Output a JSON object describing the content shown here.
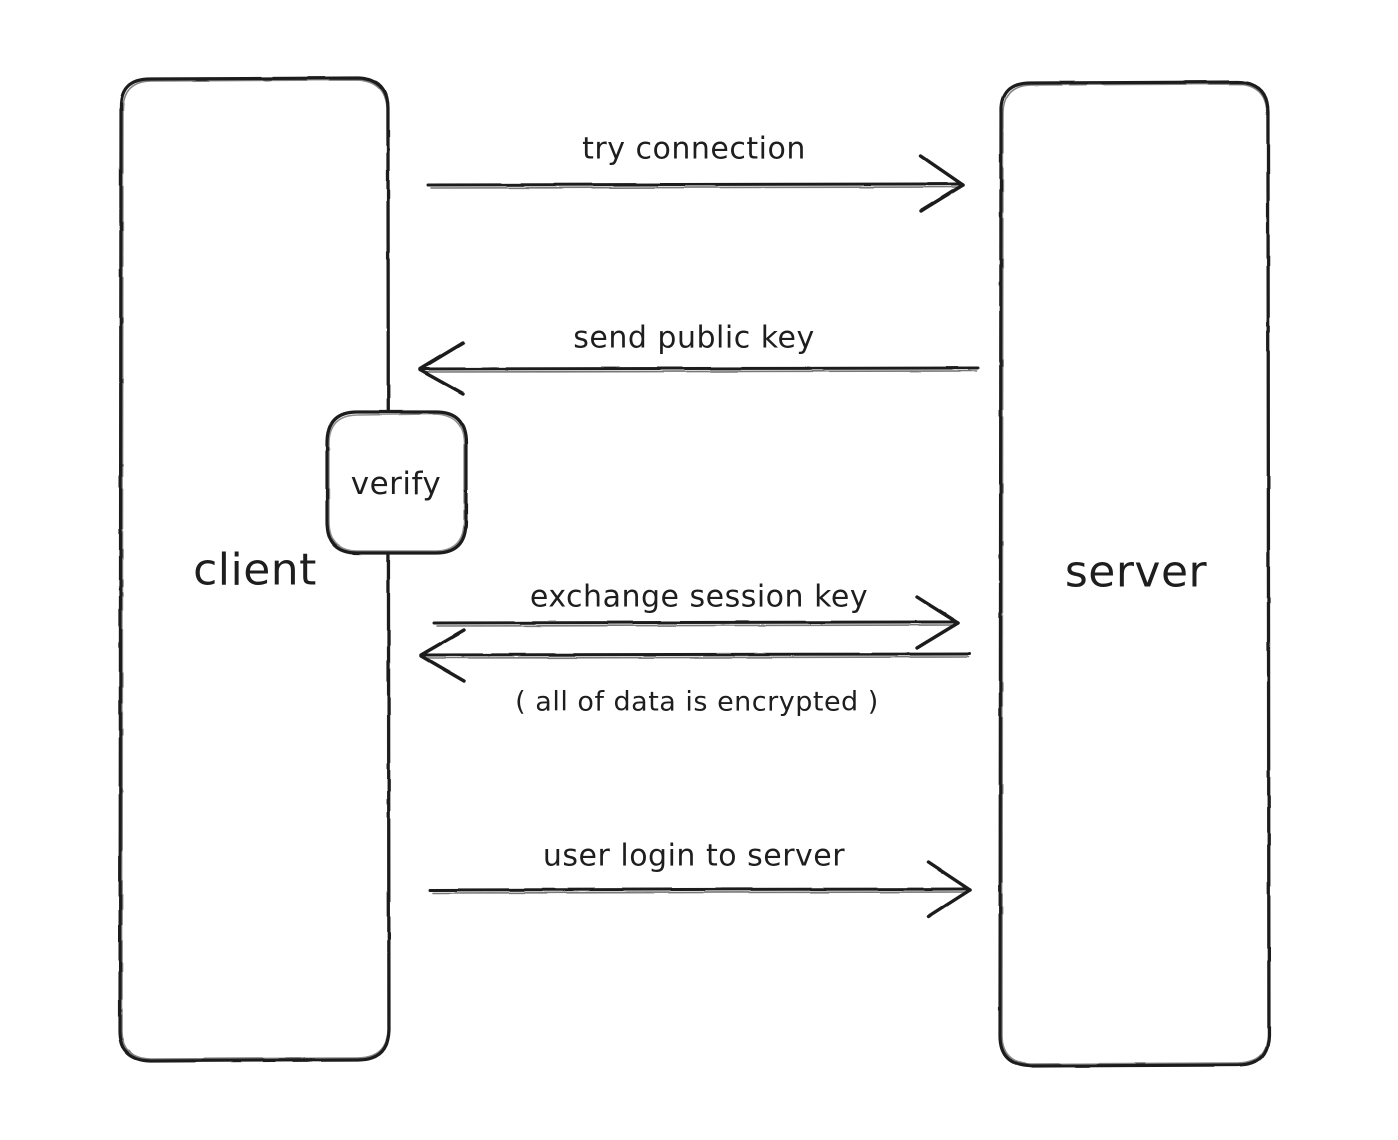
{
  "diagram": {
    "type": "sequence-diagram",
    "style": "hand-drawn",
    "background_color": "#ffffff",
    "stroke_color": "#1e1e1e",
    "text_color": "#1e1e1e",
    "participants": [
      {
        "id": "client",
        "label": "client"
      },
      {
        "id": "server",
        "label": "server"
      }
    ],
    "activation_boxes": [
      {
        "id": "verify",
        "label": "verify",
        "on": "client"
      }
    ],
    "messages": [
      {
        "index": 1,
        "label": "try connection",
        "from": "client",
        "to": "server",
        "direction": "right"
      },
      {
        "index": 2,
        "label": "send public key",
        "from": "server",
        "to": "client",
        "direction": "left"
      },
      {
        "index": 3,
        "label": "exchange session key",
        "from": "client",
        "to": "server",
        "direction": "right"
      },
      {
        "index": 4,
        "label": "",
        "from": "server",
        "to": "client",
        "direction": "left"
      },
      {
        "index": 5,
        "label": "user login to server",
        "from": "client",
        "to": "server",
        "direction": "right"
      }
    ],
    "notes": [
      {
        "id": "encryption-note",
        "text": "( all of data is encrypted )"
      }
    ]
  }
}
